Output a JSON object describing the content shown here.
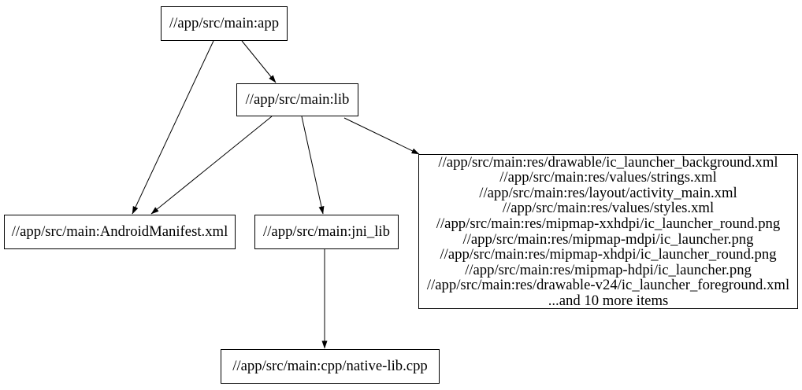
{
  "diagram": {
    "type": "dependency-graph",
    "nodes": {
      "app": {
        "label": "//app/src/main:app"
      },
      "lib": {
        "label": "//app/src/main:lib"
      },
      "android_manifest": {
        "label": "//app/src/main:AndroidManifest.xml"
      },
      "jni_lib": {
        "label": "//app/src/main:jni_lib"
      },
      "res_group": {
        "lines": [
          "//app/src/main:res/drawable/ic_launcher_background.xml",
          "//app/src/main:res/values/strings.xml",
          "//app/src/main:res/layout/activity_main.xml",
          "//app/src/main:res/values/styles.xml",
          "//app/src/main:res/mipmap-xxhdpi/ic_launcher_round.png",
          "//app/src/main:res/mipmap-mdpi/ic_launcher.png",
          "//app/src/main:res/mipmap-xhdpi/ic_launcher_round.png",
          "//app/src/main:res/mipmap-hdpi/ic_launcher.png",
          "//app/src/main:res/drawable-v24/ic_launcher_foreground.xml",
          "...and 10 more items"
        ]
      },
      "native_lib_cpp": {
        "label": "//app/src/main:cpp/native-lib.cpp"
      }
    },
    "edges": [
      {
        "from": "//app/src/main:app",
        "to": "//app/src/main:lib"
      },
      {
        "from": "//app/src/main:app",
        "to": "//app/src/main:AndroidManifest.xml"
      },
      {
        "from": "//app/src/main:lib",
        "to": "//app/src/main:AndroidManifest.xml"
      },
      {
        "from": "//app/src/main:lib",
        "to": "//app/src/main:jni_lib"
      },
      {
        "from": "//app/src/main:lib",
        "to": "res_group"
      },
      {
        "from": "//app/src/main:jni_lib",
        "to": "//app/src/main:cpp/native-lib.cpp"
      }
    ],
    "colors": {
      "background": "#ffffff",
      "node_fill": "#ffffff",
      "node_border": "#000000",
      "edge": "#000000",
      "text": "#000000"
    }
  }
}
